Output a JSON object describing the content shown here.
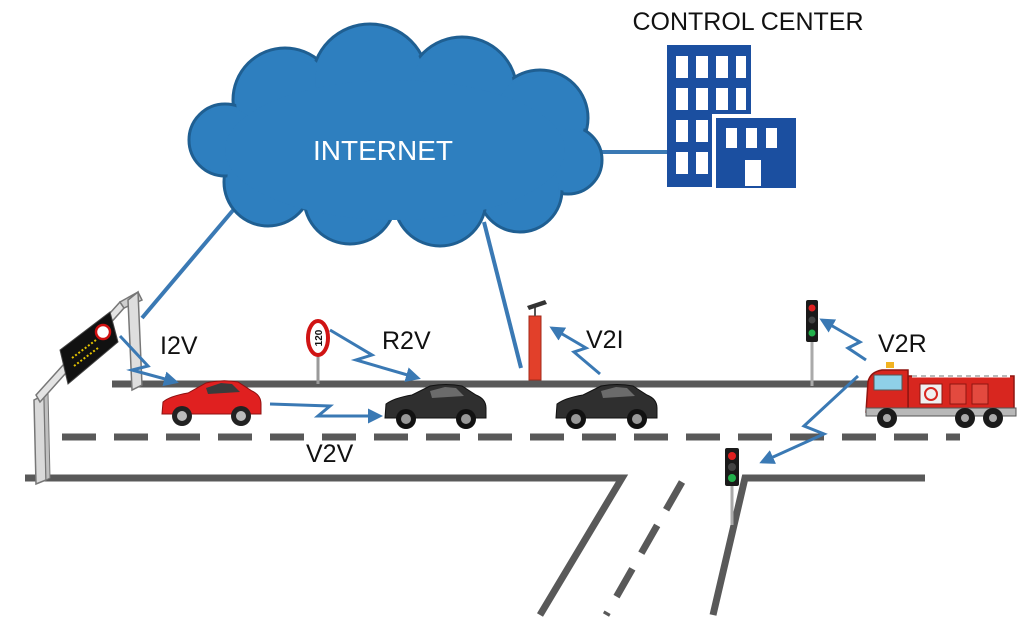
{
  "labels": {
    "control_center": "CONTROL CENTER",
    "internet": "INTERNET",
    "i2v": "I2V",
    "r2v": "R2V",
    "v2i": "V2I",
    "v2r": "V2R",
    "v2v": "V2V",
    "speed_sign": "120"
  },
  "colors": {
    "cloud": "#2e7fbf",
    "cloud_edge": "#1f5f92",
    "building": "#1b4fa0",
    "link": "#3a79b4",
    "road": "#595959",
    "red_car": "#e02020",
    "dark_car": "#2f2f2f",
    "fire_truck": "#d8261f"
  },
  "icons": {
    "cloud": "cloud-icon",
    "building": "building-icon",
    "red_car": "car-icon",
    "dark_car": "car-icon",
    "fire_truck": "fire-truck-icon",
    "traffic_light": "traffic-light-icon",
    "speed_sign": "speed-limit-sign-icon",
    "roadside_unit": "roadside-unit-icon",
    "gantry_sign": "variable-message-sign-icon"
  }
}
